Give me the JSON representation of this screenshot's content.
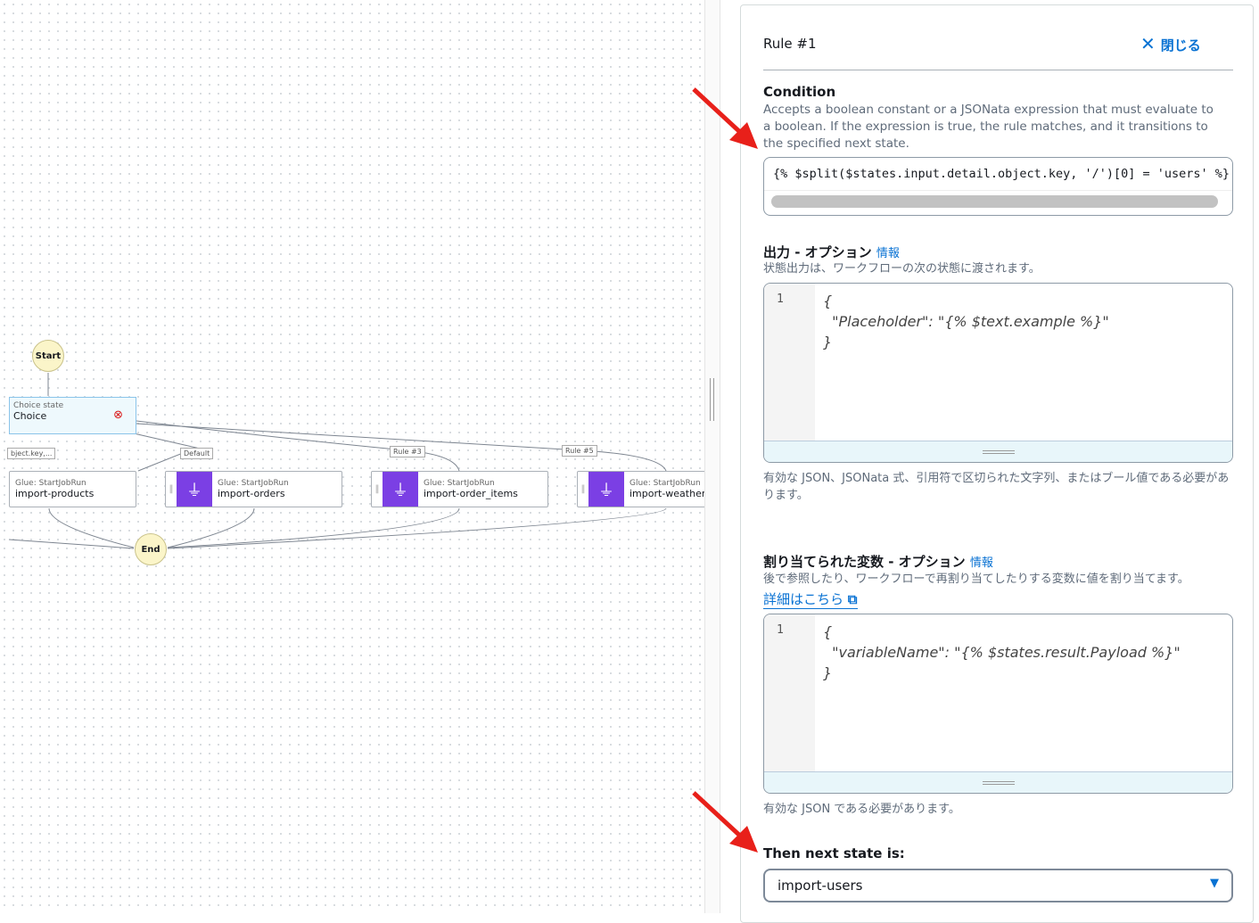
{
  "diagram": {
    "start": "Start",
    "end": "End",
    "choice": {
      "type": "Choice state",
      "name": "Choice"
    },
    "edge_labels": [
      "bject.key,...",
      "Default",
      "Rule #3",
      "Rule #5"
    ],
    "nodes": [
      {
        "type": "Glue: StartJobRun",
        "name": "import-products"
      },
      {
        "type": "Glue: StartJobRun",
        "name": "import-orders"
      },
      {
        "type": "Glue: StartJobRun",
        "name": "import-order_items"
      },
      {
        "type": "Glue: StartJobRun",
        "name": "import-weather"
      }
    ]
  },
  "panel": {
    "title": "Rule #1",
    "close_label": "閉じる",
    "condition": {
      "heading": "Condition",
      "description": "Accepts a boolean constant or a JSONata expression that must evaluate to a boolean. If the expression is true, the rule matches, and it transitions to the specified next state.",
      "value": "{% $split($states.input.detail.object.key, '/')[0] = 'users' %}"
    },
    "output": {
      "heading": "出力 - オプション",
      "info": "情報",
      "description": "状態出力は、ワークフローの次の状態に渡されます。",
      "line": "1",
      "code": "{\n  \"Placeholder\": \"{% $text.example %}\"\n}",
      "hint": "有効な JSON、JSONata 式、引用符で区切られた文字列、またはブール値である必要があります。"
    },
    "assign": {
      "heading": "割り当てられた変数 - オプション",
      "info": "情報",
      "description": "後で参照したり、ワークフローで再割り当てしたりする変数に値を割り当てます。",
      "learn_more": "詳細はこちら",
      "line": "1",
      "code": "{\n  \"variableName\": \"{% $states.result.Payload %}\"\n}",
      "hint": "有効な JSON である必要があります。"
    },
    "next": {
      "label": "Then next state is:",
      "value": "import-users"
    }
  },
  "colors": {
    "accent": "#0972d3",
    "glue": "#7b3fe4",
    "annotation": "#e8201a"
  }
}
